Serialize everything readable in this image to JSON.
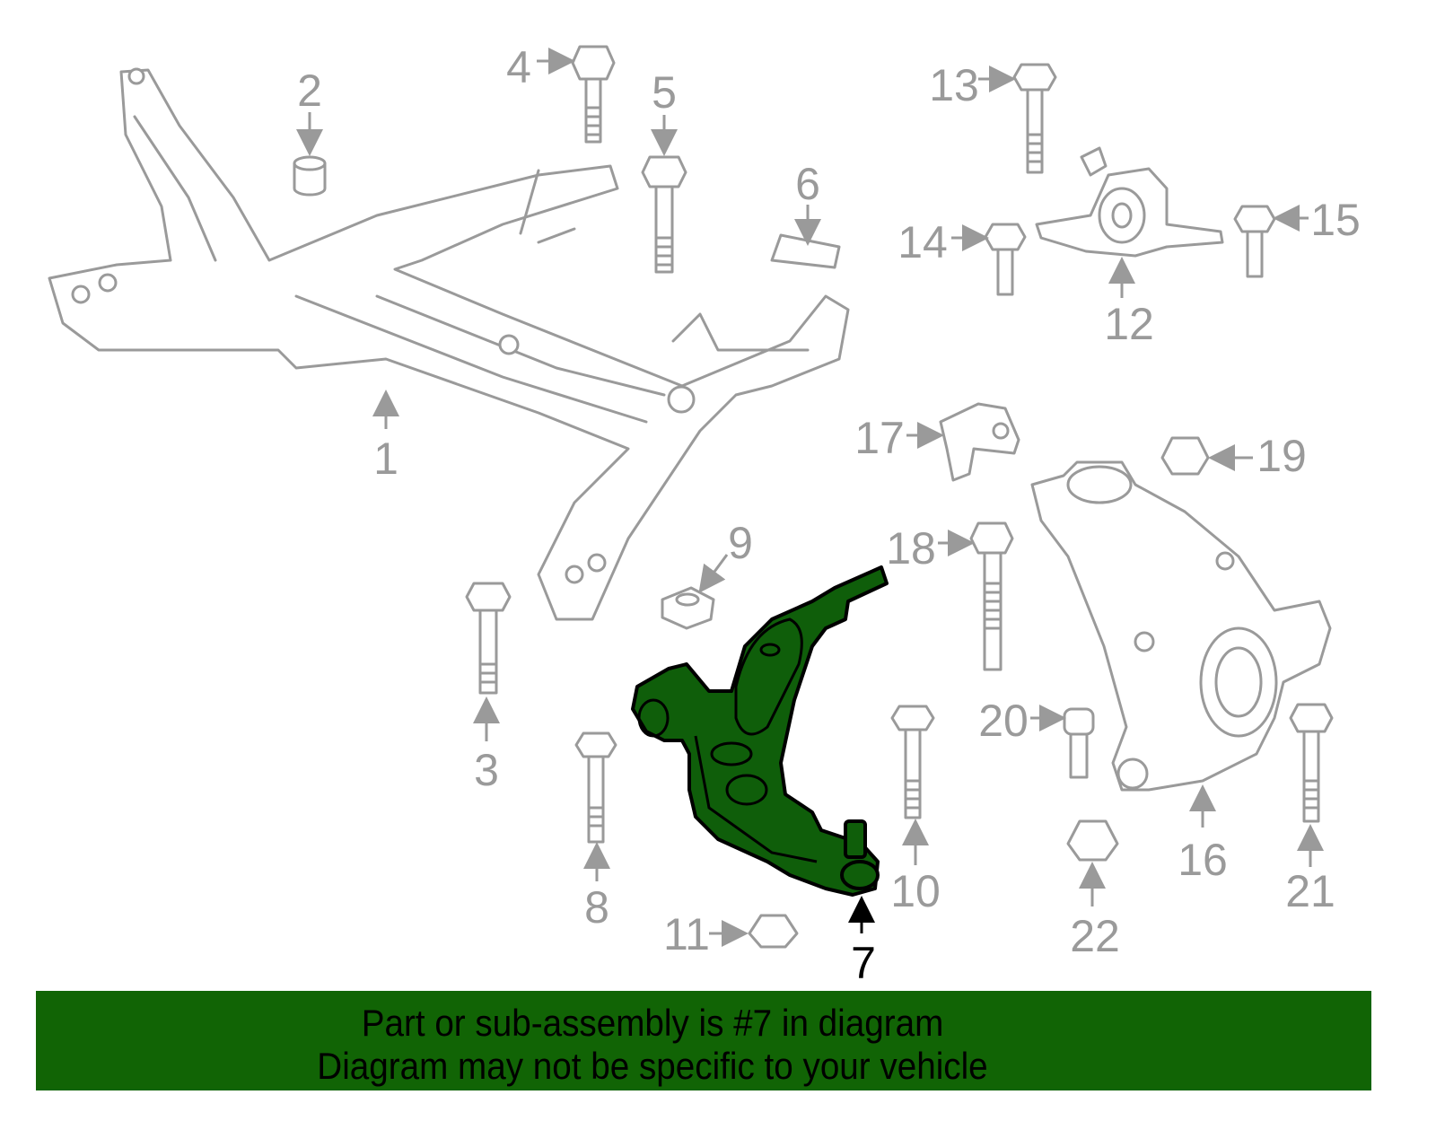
{
  "callouts": [
    "1",
    "2",
    "3",
    "4",
    "5",
    "6",
    "7",
    "8",
    "9",
    "10",
    "11",
    "12",
    "13",
    "14",
    "15",
    "16",
    "17",
    "18",
    "19",
    "20",
    "21",
    "22"
  ],
  "selected_callout": "7",
  "banner": {
    "line1": "Part or sub-assembly is #7 in diagram",
    "line2": "Diagram may not be specific to your vehicle"
  },
  "colors": {
    "highlight": "#0f5e0a",
    "banner": "#116405",
    "linework": "#9a9a9a"
  }
}
